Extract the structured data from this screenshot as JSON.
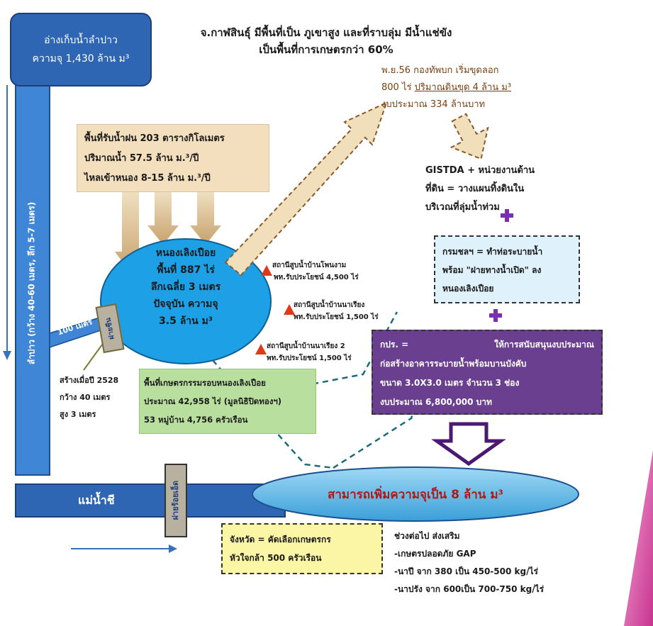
{
  "header": {
    "line1": "จ.กาฬสินธุ์ มีพื้นที่เป็น ภูเขาสูง และที่ราบลุ่ม มีน้ำแช่ขัง",
    "line2": "เป็นพื้นที่การเกษตรกว่า 60%"
  },
  "reservoir": {
    "line1": "อ่างเก็บน้ำลำปาว",
    "line2": "ความจุ 1,430 ล้าน ม³"
  },
  "canal_label": "ลำปาว (กว้าง 40-60 เมตร, ลึก 5-7 เมตร)",
  "catchment": {
    "line1": "พื้นที่รับน้ำฝน 203 ตารางกิโลเมตร",
    "line2": "ปริมาณน้ำ 57.5 ล้าน ม.³/ปี",
    "line3": "ไหลเข้าหนอง 8-15 ล้าน ม.³/ปี"
  },
  "pond": {
    "line1": "หนองเลิงเปือย",
    "line2": "พื้นที่ 887 ไร่",
    "line3": "ลึกเฉลี่ย 3 เมตร",
    "line4": "ปัจจุบัน ความจุ",
    "line5": "3.5 ล้าน ม³"
  },
  "pump_stations": [
    {
      "name": "สถานีสูบน้ำบ้านโพนงาม",
      "benefit": "พท.รับประโยชน์ 4,500 ไร่"
    },
    {
      "name": "สถานีสูบน้ำบ้านนาเรียง",
      "benefit": "พท.รับประโยชน์ 1,500 ไร่"
    },
    {
      "name": "สถานีสูบน้ำบ้านนาเรียง 2",
      "benefit": "พท.รับประโยชน์ 1,500 ไร่"
    }
  ],
  "weir": {
    "label": "ฝายชีน",
    "distance": "100 เมตร",
    "line1": "สร้างเมื่อปี 2528",
    "line2": "กว้าง 40 เมตร",
    "line3": "สูง 3 เมตร"
  },
  "farm_area": {
    "line1": "พื้นที่เกษตรกรรมรอบหนองเลิงเปือย",
    "line2": "ประมาณ 42,958 ไร่ (มูลนิธิปิดทองฯ)",
    "line3": "53 หมู่บ้าน 4,756 ครัวเรือน"
  },
  "river": {
    "label": "แม่น้ำชี",
    "weir2": "ฝายร้อยเอ็ด"
  },
  "army": {
    "line1": "พ.ย.56 กองทัพบก เริ่มขุดลอก",
    "line2a": "800 ไร่ ",
    "line2b": "ปริมาณดินขุด 4 ล้าน ม³",
    "line3": "งบประมาณ 334 ล้านบาท"
  },
  "gistda": {
    "line1": "GISTDA + หน่วยงานด้าน",
    "line2": "ที่ดิน = วางแผนทิ้งดินใน",
    "line3": "บริเวณที่ลุ่มน้ำท่วม"
  },
  "irrigation": {
    "line1": "กรมชลฯ = ทำท่อระบายน้ำ",
    "line2": "พร้อม \"ฝายทางน้ำเปิด\" ลง",
    "line3": "หนองเลิงเปือย"
  },
  "support": {
    "line1a": "กปร. =",
    "line1b": "ให้การสนับสนุนงบประมาณ",
    "line2": "ก่อสร้างอาคารระบายน้ำพร้อมบานบังคับ",
    "line3": "ขนาด 3.0X3.0 เมตร จำนวน 3 ช่อง",
    "line4": "งบประมาณ 6,800,000 บาท"
  },
  "plus_sign": "+",
  "result": "สามารถเพิ่มความจุเป็น 8 ล้าน ม³",
  "province": {
    "line1": "จังหวัด = คัดเลือกเกษตรกร",
    "line2": "หัวใจกล้า 500 ครัวเรือน"
  },
  "next_phase": {
    "line1": "ช่วงต่อไป ส่งเสริม",
    "line2": "-เกษตรปลอดภัย GAP",
    "line3": "-นาปี จาก 380 เป็น 450-500 kg/ไร่",
    "line4": "-นาปรัง จาก 600เป็น 700-750 kg/ไร่"
  },
  "colors": {
    "water_blue": "#2f66b3",
    "pond_blue": "#1ea0e6",
    "tan": "#f3dfbd",
    "green": "#b9df9f",
    "purple": "#6b3f8f",
    "yellow": "#fbf6a6",
    "light_blue": "#dff1fb",
    "pink": "#e05aa8"
  }
}
